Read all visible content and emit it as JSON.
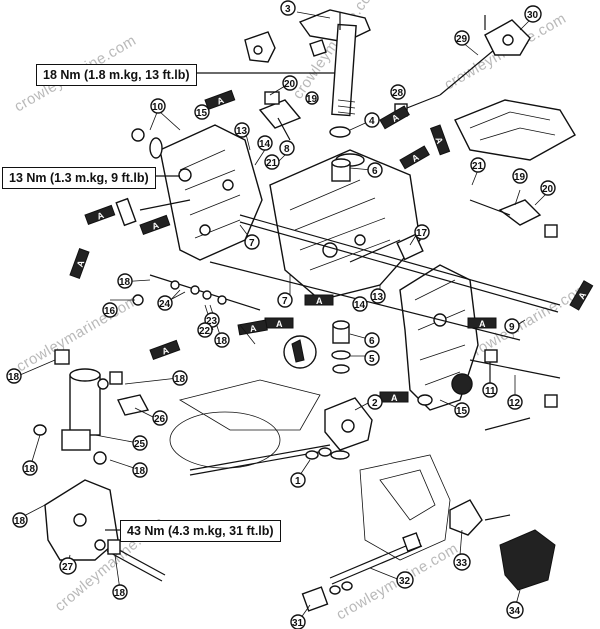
{
  "watermark": "crowleymarine.com",
  "torque_labels": [
    "18 Nm (1.8 m.kg, 13 ft.lb)",
    "13 Nm (1.3 m.kg, 9 ft.lb)",
    "43 Nm (4.3 m.kg, 31 ft.lb)"
  ],
  "grease_symbol": "A",
  "callouts": [
    "1",
    "2",
    "3",
    "4",
    "5",
    "6",
    "7",
    "8",
    "9",
    "10",
    "11",
    "12",
    "13",
    "14",
    "15",
    "16",
    "17",
    "18",
    "19",
    "20",
    "21",
    "22",
    "23",
    "24",
    "25",
    "26",
    "27",
    "28",
    "29",
    "30",
    "31",
    "32",
    "33",
    "34"
  ]
}
